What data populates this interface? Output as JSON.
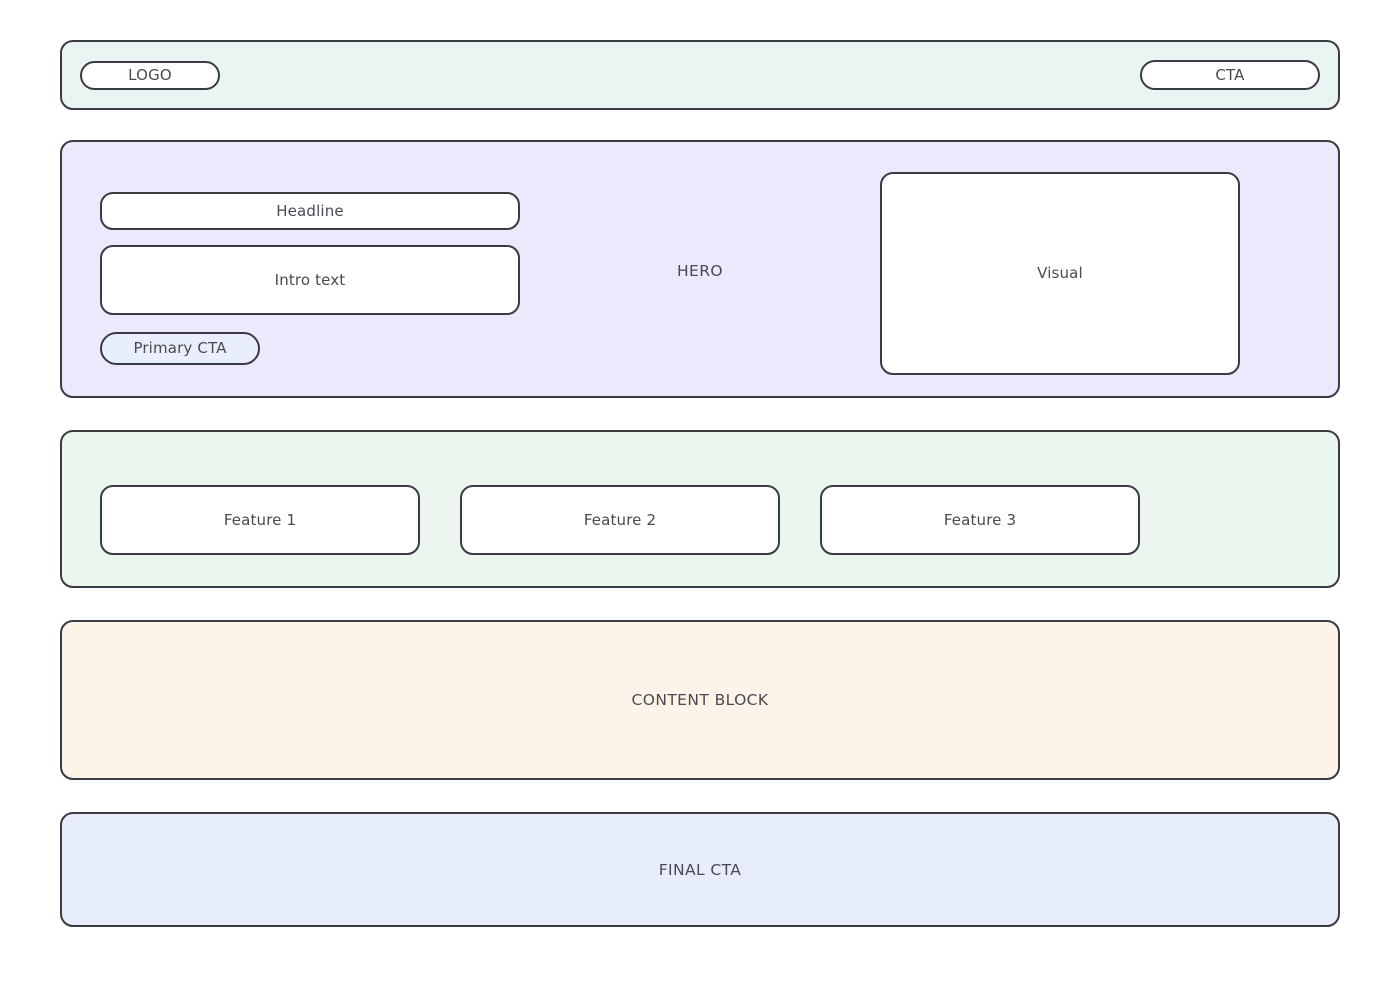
{
  "page": {
    "background": "#ffffff",
    "type": "landing-page-wireframe",
    "stroke_color": "#3b3b43",
    "text_color": "#4a4a52"
  },
  "header": {
    "background": "#eaf4f2",
    "logo_label": "LOGO",
    "cta_label": "CTA"
  },
  "hero": {
    "background": "#ece9fc",
    "section_label": "HERO",
    "headline_label": "Headline",
    "intro_label": "Intro text",
    "primary_cta_label": "Primary CTA",
    "primary_cta_background": "#e9eefb",
    "visual_label": "Visual"
  },
  "features": {
    "background": "#eaf6ee",
    "cards": [
      {
        "label": "Feature 1"
      },
      {
        "label": "Feature 2"
      },
      {
        "label": "Feature 3"
      }
    ]
  },
  "content": {
    "background": "#fdf3e8",
    "label": "CONTENT BLOCK"
  },
  "final_cta": {
    "background": "#e7edfb",
    "label": "FINAL CTA"
  }
}
